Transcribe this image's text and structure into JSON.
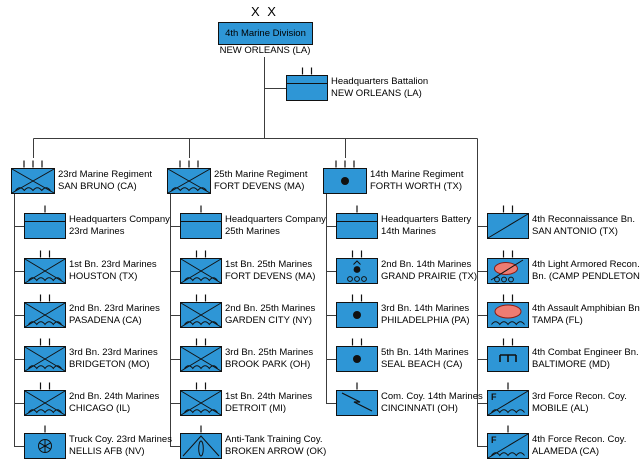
{
  "division": {
    "echelon_label": "X X",
    "name": "4th Marine Division",
    "location": "NEW ORLEANS (LA)"
  },
  "hq_battalion": {
    "name": "Headquarters Battalion",
    "location": "NEW ORLEANS (LA)",
    "icon": "headquarters",
    "echelon": "battalion"
  },
  "columns": [
    {
      "regiment": {
        "name": "23rd Marine Regiment",
        "location": "SAN BRUNO (CA)",
        "icon": "infantry-amphibious",
        "echelon": "regiment"
      },
      "units": [
        {
          "name": "Headquarters Company",
          "location": "23rd Marines",
          "icon": "headquarters",
          "echelon": "company"
        },
        {
          "name": "1st Bn. 23rd Marines",
          "location": "HOUSTON (TX)",
          "icon": "infantry-amphibious",
          "echelon": "battalion"
        },
        {
          "name": "2nd Bn. 23rd Marines",
          "location": "PASADENA (CA)",
          "icon": "infantry-amphibious",
          "echelon": "battalion"
        },
        {
          "name": "3rd Bn. 23rd Marines",
          "location": "BRIDGETON (MO)",
          "icon": "infantry-amphibious",
          "echelon": "battalion"
        },
        {
          "name": "2nd Bn. 24th Marines",
          "location": "CHICAGO (IL)",
          "icon": "infantry-amphibious",
          "echelon": "battalion"
        },
        {
          "name": "Truck Coy. 23rd Marines",
          "location": "NELLIS AFB (NV)",
          "icon": "truck",
          "echelon": "company"
        }
      ]
    },
    {
      "regiment": {
        "name": "25th Marine Regiment",
        "location": "FORT DEVENS (MA)",
        "icon": "infantry-amphibious",
        "echelon": "regiment"
      },
      "units": [
        {
          "name": "Headquarters Company",
          "location": "25th Marines",
          "icon": "headquarters",
          "echelon": "company"
        },
        {
          "name": "1st Bn. 25th Marines",
          "location": "FORT DEVENS (MA)",
          "icon": "infantry-amphibious",
          "echelon": "battalion"
        },
        {
          "name": "2nd Bn. 25th Marines",
          "location": "GARDEN CITY (NY)",
          "icon": "infantry-amphibious",
          "echelon": "battalion"
        },
        {
          "name": "3rd Bn. 25th Marines",
          "location": "BROOK PARK (OH)",
          "icon": "infantry-amphibious",
          "echelon": "battalion"
        },
        {
          "name": "1st Bn. 24th Marines",
          "location": "DETROIT (MI)",
          "icon": "infantry-amphibious",
          "echelon": "battalion"
        },
        {
          "name": "Anti-Tank Training Coy.",
          "location": "BROKEN ARROW (OK)",
          "icon": "anti-tank-missile",
          "echelon": "company"
        }
      ]
    },
    {
      "regiment": {
        "name": "14th Marine Regiment",
        "location": "FORTH WORTH (TX)",
        "icon": "artillery",
        "echelon": "regiment"
      },
      "units": [
        {
          "name": "Headquarters Battery",
          "location": "14th Marines",
          "icon": "headquarters",
          "echelon": "company"
        },
        {
          "name": "2nd Bn. 14th Marines",
          "location": "GRAND PRAIRIE (TX)",
          "icon": "artillery-towed",
          "echelon": "battalion"
        },
        {
          "name": "3rd Bn. 14th Marines",
          "location": "PHILADELPHIA (PA)",
          "icon": "artillery",
          "echelon": "battalion"
        },
        {
          "name": "5th Bn. 14th Marines",
          "location": "SEAL BEACH (CA)",
          "icon": "artillery",
          "echelon": "battalion"
        },
        {
          "name": "Com. Coy. 14th Marines",
          "location": "CINCINNATI (OH)",
          "icon": "signal",
          "echelon": "company"
        }
      ]
    },
    {
      "regiment": null,
      "units": [
        {
          "name": "4th Reconnaissance Bn.",
          "location": "SAN ANTONIO (TX)",
          "icon": "reconnaissance",
          "echelon": "battalion"
        },
        {
          "name": "4th Light Armored Recon.",
          "location": "Bn. (CAMP PENDLETON",
          "icon": "light-armored-recon",
          "echelon": "battalion"
        },
        {
          "name": "4th Assault Amphibian Bn.",
          "location": "TAMPA (FL)",
          "icon": "assault-amphibian",
          "echelon": "battalion"
        },
        {
          "name": "4th Combat Engineer Bn.",
          "location": "BALTIMORE (MD)",
          "icon": "engineer",
          "echelon": "battalion"
        },
        {
          "name": "3rd Force Recon. Coy.",
          "location": "MOBILE (AL)",
          "icon": "force-recon",
          "echelon": "company"
        },
        {
          "name": "4th Force Recon. Coy.",
          "location": "ALAMEDA (CA)",
          "icon": "force-recon",
          "echelon": "company"
        }
      ]
    }
  ],
  "colors": {
    "unit_fill": "#2E96D6",
    "armor_fill": "#EE7C72",
    "armor_stroke": "#8B1A10",
    "border": "#111111",
    "connector": "#3C3C3C"
  }
}
